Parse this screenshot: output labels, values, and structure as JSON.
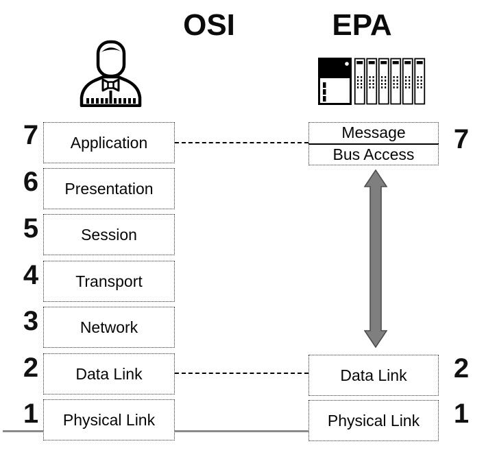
{
  "titles": {
    "osi": "OSI",
    "epa": "EPA"
  },
  "osi_layers": [
    {
      "num": "7",
      "label": "Application"
    },
    {
      "num": "6",
      "label": "Presentation"
    },
    {
      "num": "5",
      "label": "Session"
    },
    {
      "num": "4",
      "label": "Transport"
    },
    {
      "num": "3",
      "label": "Network"
    },
    {
      "num": "2",
      "label": "Data Link"
    },
    {
      "num": "1",
      "label": "Physical Link"
    }
  ],
  "epa_layers": {
    "application": {
      "num": "7",
      "row1": "Message",
      "row2": "Bus Access"
    },
    "data_link": {
      "num": "2",
      "label": "Data Link"
    },
    "physical": {
      "num": "1",
      "label": "Physical Link"
    }
  },
  "icons": {
    "osi_endpoint": "person-icon",
    "epa_endpoint": "plc-rack-icon"
  },
  "connectors": {
    "application_to_message": "dashed",
    "datalink_to_datalink": "dashed",
    "bus_access_to_datalink": "double-headed-arrow",
    "physical_bus": "solid-gray-line"
  },
  "colors": {
    "arrow_fill": "#7f7f7f",
    "arrow_outline": "#4d4d4d",
    "bus_line": "#8a8a8a",
    "text": "#000000",
    "background": "#ffffff"
  }
}
